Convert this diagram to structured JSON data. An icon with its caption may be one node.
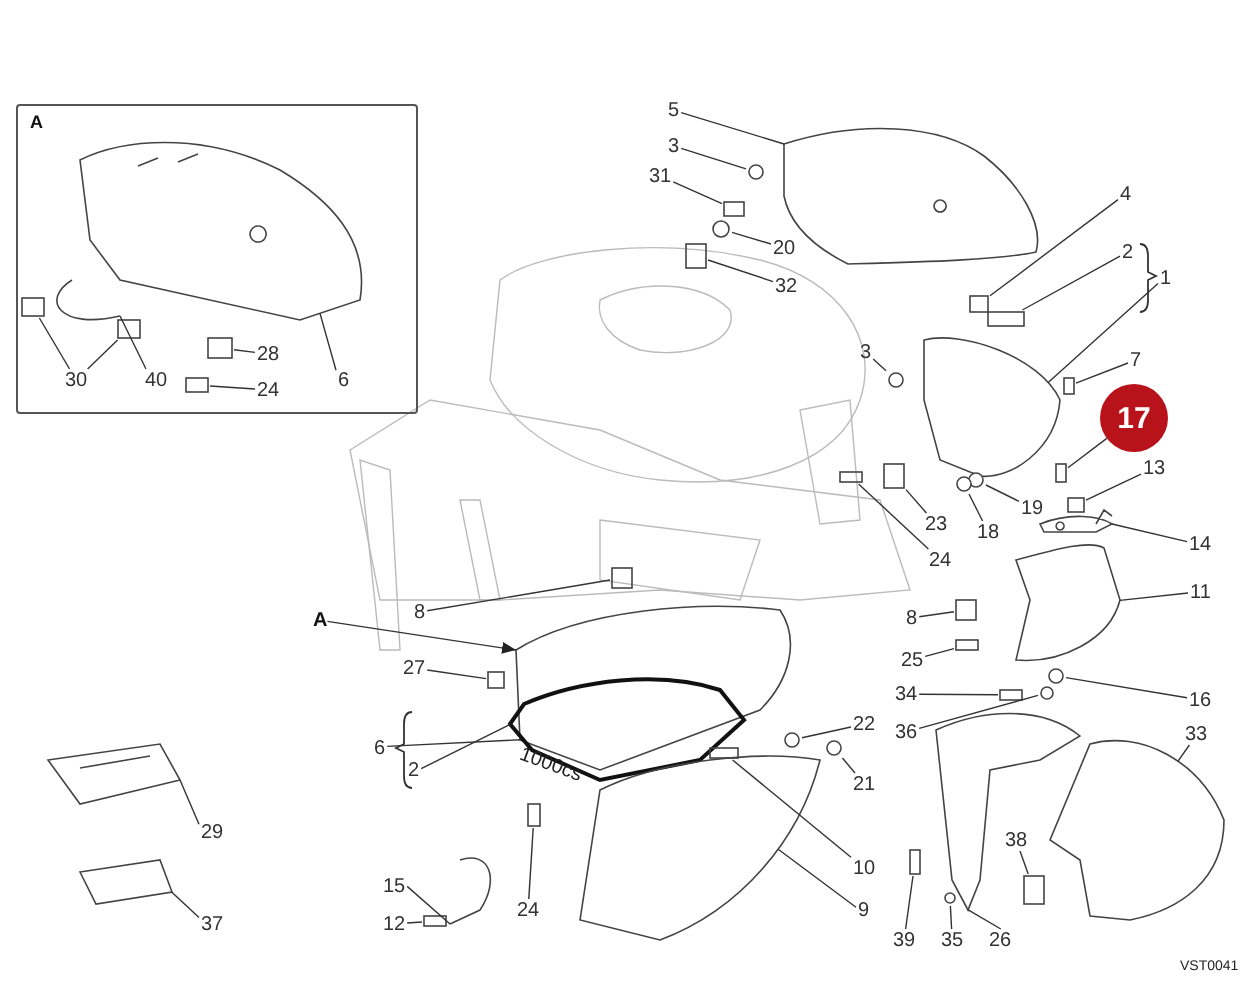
{
  "diagram": {
    "nodes": [
      {
        "text": [
          "A"
        ]
      },
      {
        "text": [
          "30"
        ],
        "in": 0
      },
      {
        "text": [
          "40"
        ],
        "in": 0
      },
      {
        "text": [
          "28"
        ],
        "in": 0
      },
      {
        "text": [
          "24"
        ],
        "in": 0
      },
      {
        "text": [
          "6"
        ],
        "in": 0
      },
      {
        "text": [
          "5"
        ]
      },
      {
        "text": [
          "3"
        ]
      },
      {
        "text": [
          "31"
        ]
      },
      {
        "text": [
          "20"
        ]
      },
      {
        "text": [
          "32"
        ]
      },
      {
        "text": [
          "4"
        ]
      },
      {
        "text": [
          "2"
        ]
      },
      {
        "text": [
          "1"
        ]
      },
      {
        "text": [
          "7"
        ]
      },
      {
        "text": [
          "17"
        ]
      },
      {
        "text": [
          "13"
        ]
      },
      {
        "text": [
          "3"
        ]
      },
      {
        "text": [
          "19"
        ]
      },
      {
        "text": [
          "18"
        ]
      },
      {
        "text": [
          "23"
        ]
      },
      {
        "text": [
          "24"
        ]
      },
      {
        "text": [
          "14"
        ]
      },
      {
        "text": [
          "11"
        ]
      },
      {
        "text": [
          "8"
        ]
      },
      {
        "text": [
          "A"
        ]
      },
      {
        "text": [
          "8"
        ]
      },
      {
        "text": [
          "25"
        ]
      },
      {
        "text": [
          "27"
        ]
      },
      {
        "text": [
          "34"
        ]
      },
      {
        "text": [
          "16"
        ]
      },
      {
        "text": [
          "22"
        ]
      },
      {
        "text": [
          "36"
        ]
      },
      {
        "text": [
          "33"
        ]
      },
      {
        "text": [
          "6"
        ]
      },
      {
        "text": [
          "2"
        ]
      },
      {
        "text": [
          "21"
        ]
      },
      {
        "text": [
          "29"
        ]
      },
      {
        "text": [
          "38"
        ]
      },
      {
        "text": [
          "10"
        ]
      },
      {
        "text": [
          "15"
        ]
      },
      {
        "text": [
          "24"
        ]
      },
      {
        "text": [
          "9"
        ]
      },
      {
        "text": [
          "12"
        ]
      },
      {
        "text": [
          "37"
        ]
      },
      {
        "text": [
          "39"
        ]
      },
      {
        "text": [
          "35"
        ]
      },
      {
        "text": [
          "26"
        ]
      },
      {
        "text": [],
        "shape": "box",
        "in": 0
      },
      {
        "text": [],
        "shape": "box",
        "in": 0
      },
      {
        "text": [],
        "shape": "picture",
        "in": 0
      },
      {
        "text": [],
        "shape": "box",
        "in": 0
      },
      {
        "text": [],
        "shape": "box",
        "in": 0
      },
      {
        "text": [],
        "shape": "picture",
        "in": 0
      },
      {
        "text": [],
        "shape": "picture"
      },
      {
        "text": [],
        "shape": "circle"
      },
      {
        "text": [],
        "shape": "box"
      },
      {
        "text": [],
        "shape": "circle"
      },
      {
        "text": [],
        "shape": "box"
      },
      {
        "text": [],
        "shape": "box"
      },
      {
        "text": [],
        "shape": "box"
      },
      {
        "text": [],
        "shape": "picture"
      },
      {
        "text": [],
        "shape": "box"
      },
      {
        "text": [],
        "shape": "box"
      },
      {
        "text": [],
        "shape": "box"
      },
      {
        "text": [],
        "shape": "circle"
      },
      {
        "text": [],
        "shape": "circle"
      },
      {
        "text": [],
        "shape": "circle"
      },
      {
        "text": [],
        "shape": "box"
      },
      {
        "text": [],
        "shape": "box"
      },
      {
        "text": [],
        "shape": "picture"
      },
      {
        "text": [],
        "shape": "picture"
      },
      {
        "text": [],
        "shape": "box"
      },
      {
        "text": [],
        "shape": "picture"
      },
      {
        "text": [],
        "shape": "box"
      },
      {
        "text": [],
        "shape": "box"
      },
      {
        "text": [],
        "shape": "box"
      },
      {
        "text": [],
        "shape": "box"
      },
      {
        "text": [],
        "shape": "circle"
      },
      {
        "text": [],
        "shape": "circle"
      },
      {
        "text": [],
        "shape": "circle"
      },
      {
        "text": [],
        "shape": "picture"
      },
      {
        "text": [],
        "shape": "picture"
      },
      {
        "text": [],
        "shape": "circle"
      },
      {
        "text": [],
        "shape": "picture"
      },
      {
        "text": [],
        "shape": "box"
      },
      {
        "text": [],
        "shape": "box"
      },
      {
        "text": [],
        "shape": "picture"
      },
      {
        "text": [],
        "shape": "box"
      },
      {
        "text": [],
        "shape": "picture"
      },
      {
        "text": [],
        "shape": "box"
      },
      {
        "text": [],
        "shape": "picture"
      },
      {
        "text": [],
        "shape": "box"
      },
      {
        "text": [],
        "shape": "circle"
      },
      {
        "text": [],
        "shape": "picture"
      }
    ],
    "edges": [
      {
        "from": 1,
        "to": 48,
        "arrow": "none"
      },
      {
        "from": 1,
        "to": 49,
        "arrow": "none"
      },
      {
        "from": 2,
        "to": 50,
        "arrow": "none"
      },
      {
        "from": 3,
        "to": 51,
        "arrow": "none"
      },
      {
        "from": 4,
        "to": 52,
        "arrow": "none"
      },
      {
        "from": 5,
        "to": 53,
        "arrow": "none"
      },
      {
        "from": 6,
        "to": 54,
        "arrow": "none"
      },
      {
        "from": 7,
        "to": 55,
        "arrow": "none"
      },
      {
        "from": 8,
        "to": 56,
        "arrow": "none"
      },
      {
        "from": 9,
        "to": 57,
        "arrow": "none"
      },
      {
        "from": 10,
        "to": 58,
        "arrow": "none"
      },
      {
        "from": 11,
        "to": 59,
        "arrow": "none"
      },
      {
        "from": 12,
        "to": 60,
        "arrow": "none"
      },
      {
        "from": 13,
        "to": 61,
        "arrow": "none"
      },
      {
        "from": 14,
        "to": 62,
        "arrow": "none"
      },
      {
        "from": 15,
        "to": 63,
        "arrow": "none"
      },
      {
        "from": 16,
        "to": 64,
        "arrow": "none"
      },
      {
        "from": 17,
        "to": 65,
        "arrow": "none"
      },
      {
        "from": 18,
        "to": 66,
        "arrow": "none"
      },
      {
        "from": 19,
        "to": 67,
        "arrow": "none"
      },
      {
        "from": 20,
        "to": 68,
        "arrow": "none"
      },
      {
        "from": 21,
        "to": 69,
        "arrow": "none"
      },
      {
        "from": 22,
        "to": 70,
        "arrow": "none"
      },
      {
        "from": 23,
        "to": 71,
        "arrow": "none"
      },
      {
        "from": 24,
        "to": 72,
        "arrow": "none"
      },
      {
        "from": 25,
        "to": 73,
        "arrow": "to"
      },
      {
        "from": 26,
        "to": 74,
        "arrow": "none"
      },
      {
        "from": 27,
        "to": 75,
        "arrow": "none"
      },
      {
        "from": 28,
        "to": 76,
        "arrow": "none"
      },
      {
        "from": 29,
        "to": 77,
        "arrow": "none"
      },
      {
        "from": 30,
        "to": 78,
        "arrow": "none"
      },
      {
        "from": 31,
        "to": 79,
        "arrow": "none"
      },
      {
        "from": 32,
        "to": 80,
        "arrow": "none"
      },
      {
        "from": 33,
        "to": 81,
        "arrow": "none"
      },
      {
        "from": 34,
        "to": 73,
        "arrow": "none"
      },
      {
        "from": 35,
        "to": 82,
        "arrow": "none"
      },
      {
        "from": 36,
        "to": 83,
        "arrow": "none"
      },
      {
        "from": 37,
        "to": 84,
        "arrow": "none"
      },
      {
        "from": 38,
        "to": 85,
        "arrow": "none"
      },
      {
        "from": 39,
        "to": 86,
        "arrow": "none"
      },
      {
        "from": 40,
        "to": 87,
        "arrow": "none"
      },
      {
        "from": 41,
        "to": 88,
        "arrow": "none"
      },
      {
        "from": 42,
        "to": 89,
        "arrow": "none"
      },
      {
        "from": 43,
        "to": 90,
        "arrow": "none"
      },
      {
        "from": 44,
        "to": 91,
        "arrow": "none"
      },
      {
        "from": 45,
        "to": 92,
        "arrow": "none"
      },
      {
        "from": 46,
        "to": 93,
        "arrow": "none"
      },
      {
        "from": 47,
        "to": 94,
        "arrow": "none"
      }
    ],
    "labels": [
      "1000cs",
      "VST0041"
    ]
  }
}
